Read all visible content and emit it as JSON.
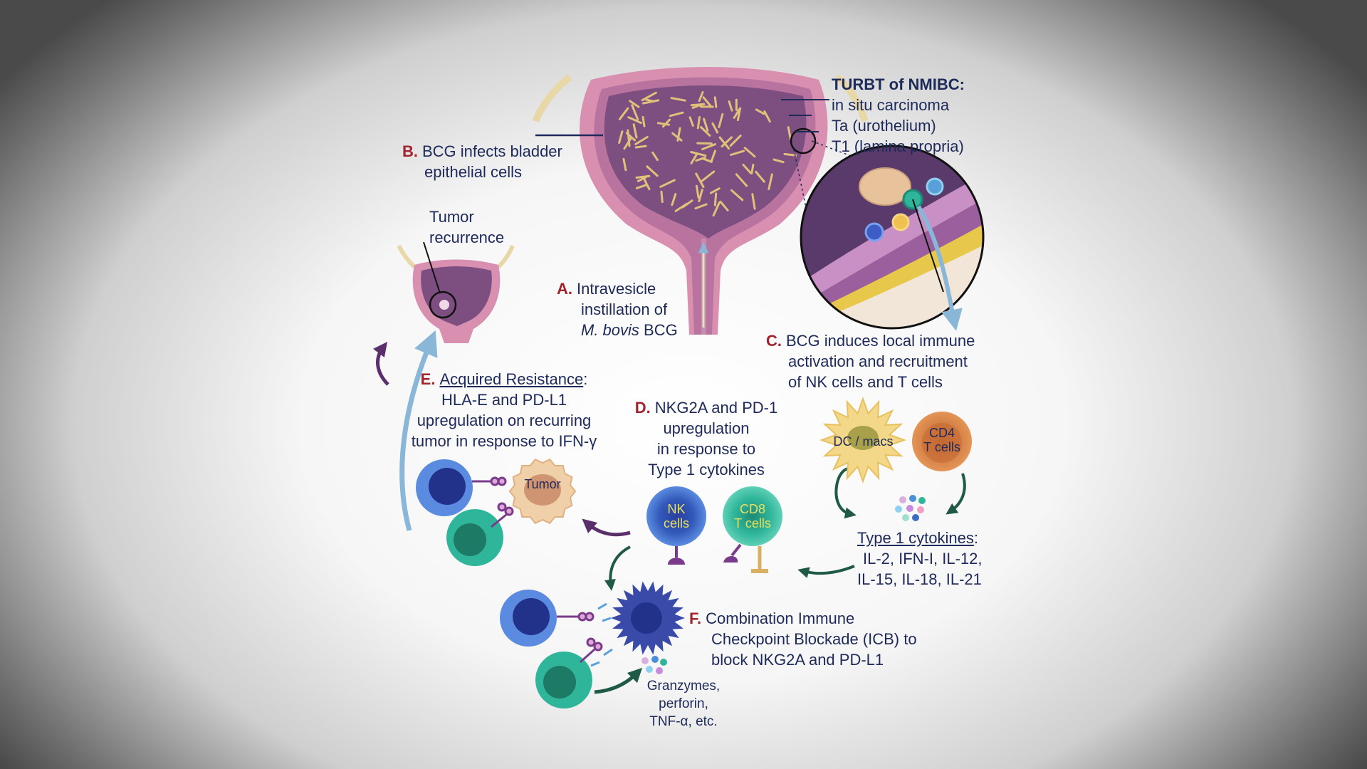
{
  "turbt": {
    "title": "TURBT of NMIBC:",
    "lines": [
      "in situ carcinoma",
      "Ta (urothelium)",
      "T1 (lamina propria)"
    ]
  },
  "stepA": {
    "letter": "A.",
    "line1": "Intravesicle",
    "line2": "instillation of",
    "italic": "M. bovis",
    "suffix": " BCG"
  },
  "stepB": {
    "letter": "B.",
    "line1": "BCG infects bladder",
    "line2": "epithelial cells"
  },
  "stepC": {
    "letter": "C.",
    "line1": "BCG induces local immune",
    "line2": "activation and recruitment",
    "line3": "of NK cells and T cells"
  },
  "stepD": {
    "letter": "D.",
    "line1": "NKG2A and PD-1",
    "line2": "upregulation",
    "line3": "in response to",
    "line4": "Type 1 cytokines"
  },
  "stepE": {
    "letter": "E.",
    "underlined": "Acquired Resistance",
    "colon": ":",
    "line2": "HLA-E and PD-L1",
    "line3": "upregulation on recurring",
    "line4": "tumor in response to IFN-γ"
  },
  "stepF": {
    "letter": "F.",
    "line1": "Combination Immune",
    "line2": "Checkpoint Blockade (ICB) to",
    "line3": "block NKG2A and PD-L1"
  },
  "tumorRecurrence": {
    "line1": "Tumor",
    "line2": "recurrence"
  },
  "cytokines": {
    "title": "Type 1 cytokines",
    "colon": ":",
    "line2": "IL-2, IFN-I, IL-12,",
    "line3": "IL-15, IL-18, IL-21"
  },
  "granzymes": {
    "line1": "Granzymes,",
    "line2": "perforin,",
    "line3": "TNF-α, etc."
  },
  "cells": {
    "dc": "DC / macs",
    "cd4_1": "CD4",
    "cd4_2": "T cells",
    "nk_1": "NK",
    "nk_2": "cells",
    "cd8_1": "CD8",
    "cd8_2": "T cells",
    "tumor": "Tumor"
  },
  "colors": {
    "label_text": "#1d2a5a",
    "step_letter": "#a3232c",
    "bladder_wall": "#d98fb0",
    "bladder_inner": "#7d4e80",
    "bcg_rods": "#e0c07a",
    "nk_cell": "#3d6cc4",
    "cd8_cell": "#2fb59a",
    "cd4_cell": "#d27a3e",
    "dc_cell": "#f3d88a",
    "arrow_blue": "#8ab7d8",
    "arrow_green": "#1f5a45",
    "arrow_purple": "#5a2f6b"
  }
}
